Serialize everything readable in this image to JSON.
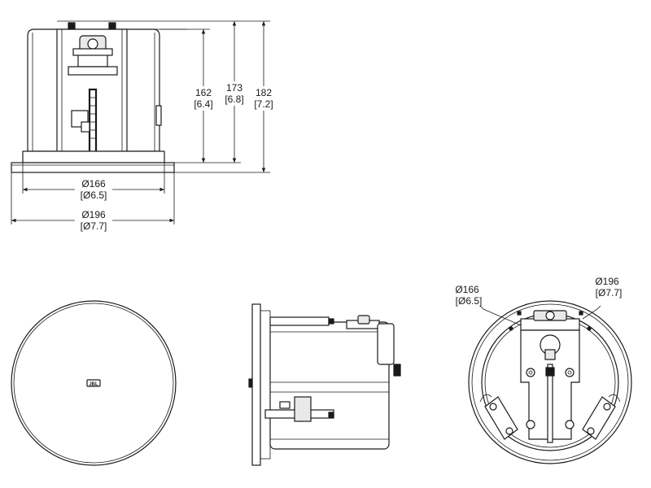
{
  "dimensions": {
    "height_162": {
      "mm": "162",
      "inch": "[6.4]"
    },
    "height_173": {
      "mm": "173",
      "inch": "[6.8]"
    },
    "height_182": {
      "mm": "182",
      "inch": "[7.2]"
    },
    "diameter_166": {
      "mm": "Ø166",
      "inch": "[Ø6.5]"
    },
    "diameter_196": {
      "mm": "Ø196",
      "inch": "[Ø7.7]"
    }
  },
  "front_view": {
    "logo_text": "JBL"
  },
  "colors": {
    "line": "#1a1a1a",
    "fill": "#ffffff",
    "shade": "#e9e9e9"
  }
}
